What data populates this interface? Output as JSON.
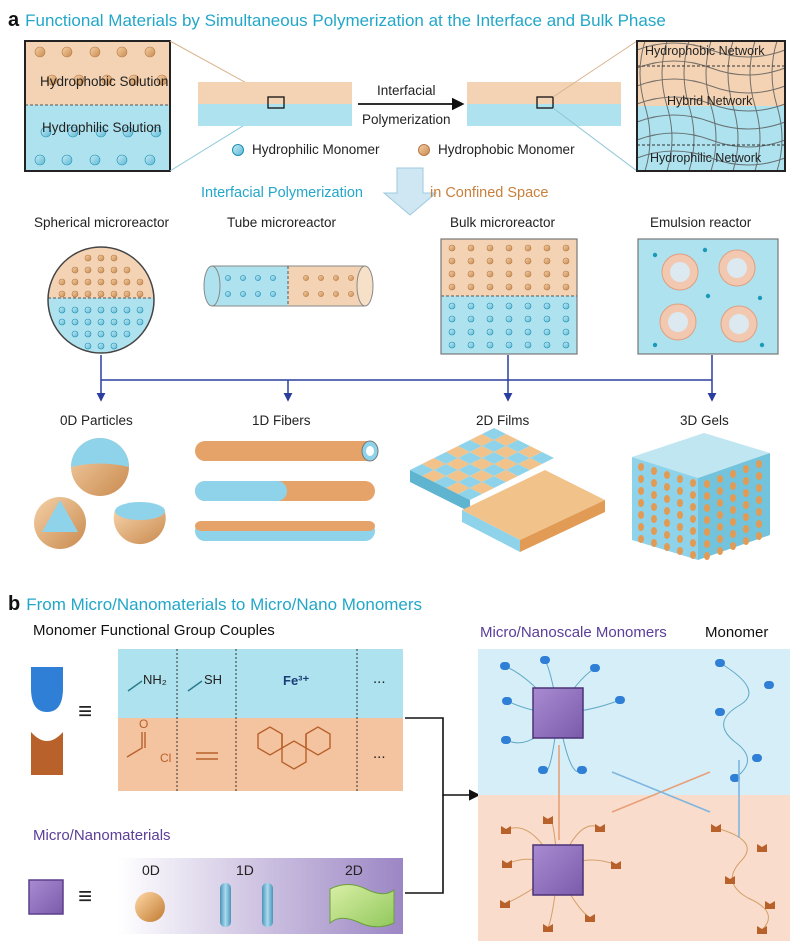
{
  "panel_a": {
    "letter": "a",
    "title": "Functional Materials by Simultaneous Polymerization at the Interface and Bulk Phase",
    "hydrophobic_solution": "Hydrophobic Solution",
    "hydrophilic_solution": "Hydrophilic Solution",
    "arrow_label_1": "Interfacial",
    "arrow_label_2": "Polymerization",
    "legend_hydrophilic": "Hydrophilic Monomer",
    "legend_hydrophobic": "Hydrophobic Monomer",
    "network_top": "Hydrophobic Network",
    "network_mid": "Hybrid Network",
    "network_bottom": "Hydrophilic Network",
    "confined_left": "Interfacial Polymerization",
    "confined_right": "in Confined Space",
    "reactors": [
      "Spherical microreactor",
      "Tube microreactor",
      "Bulk microreactor",
      "Emulsion reactor"
    ],
    "products": [
      "0D Particles",
      "1D Fibers",
      "2D Films",
      "3D Gels"
    ]
  },
  "panel_b": {
    "letter": "b",
    "title": "From Micro/Nanomaterials to Micro/Nano Monomers",
    "group_couples": "Monomer Functional Group Couples",
    "nh2": "NH₂",
    "sh": "SH",
    "fe": "Fe³⁺",
    "ellipsis": "...",
    "cl": "Cl",
    "o": "O",
    "equiv": "≡",
    "micro_materials": "Micro/Nanomaterials",
    "dims": [
      "0D",
      "1D",
      "2D"
    ],
    "micro_monomers": "Micro/Nanoscale Monomers",
    "monomer": "Monomer"
  },
  "colors": {
    "accent_teal": "#23a7c9",
    "hydrophobic": "#f3d3b4",
    "hydrophilic": "#aee2ee",
    "purple": "#9b7cc6",
    "brown": "#b8612a",
    "blue": "#2f7fd6"
  }
}
